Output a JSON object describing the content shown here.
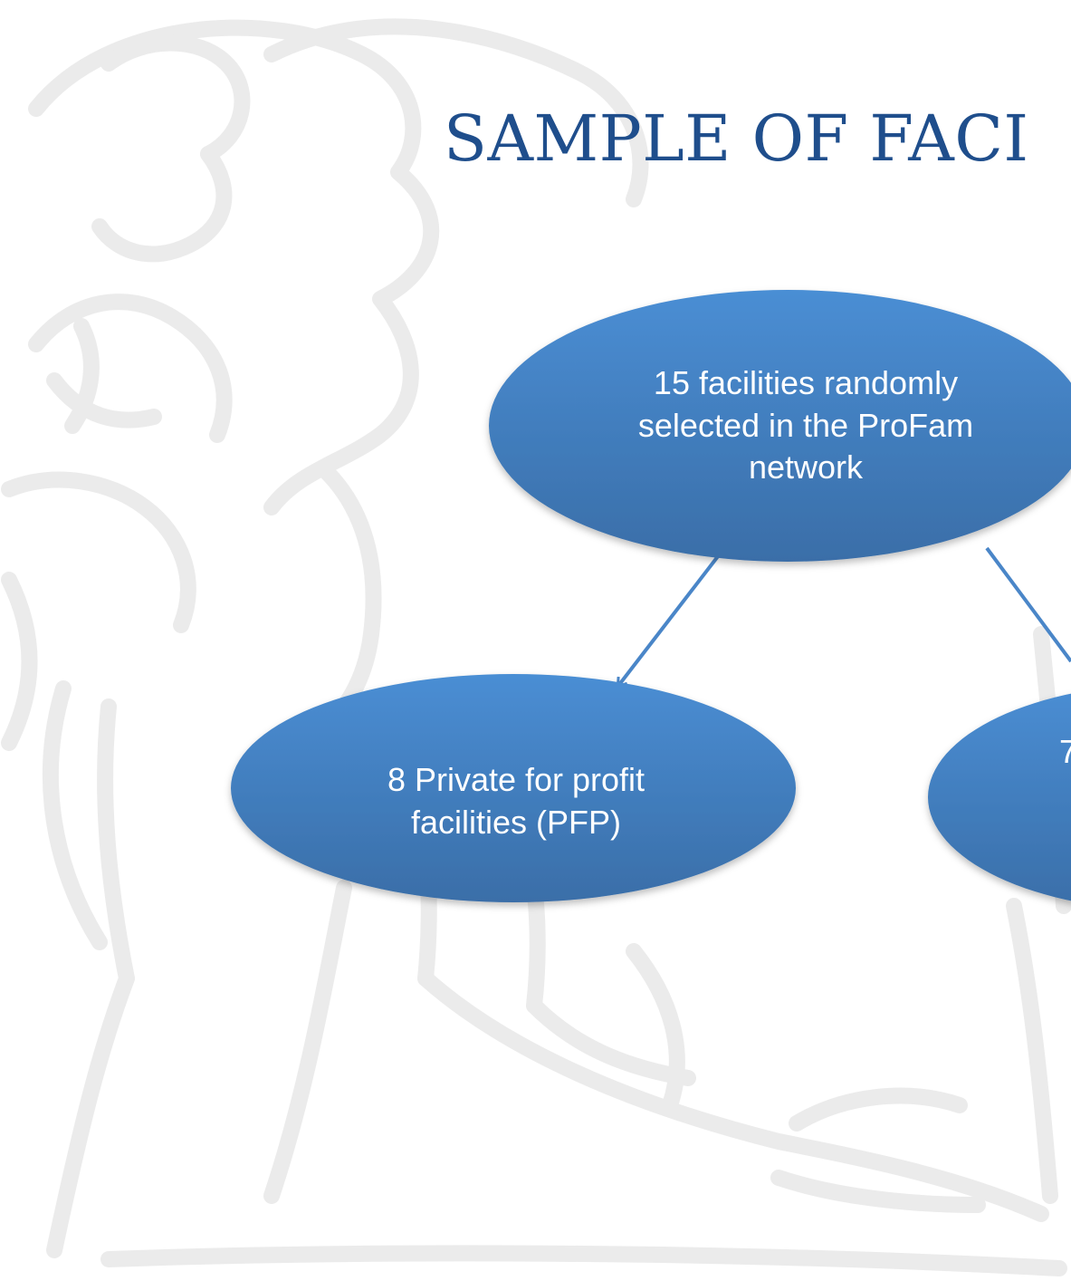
{
  "slide": {
    "title": "SAMPLE OF FACI",
    "colors": {
      "title": "#1f4e8c",
      "node_top": "#4a8ed4",
      "node_bottom": "#3a6ea8",
      "arrow": "#4a86c8",
      "watermark": "#ebebeb"
    }
  },
  "diagram": {
    "root": {
      "lines": [
        "15 facilities randomly",
        "selected in the ProFam",
        "network"
      ]
    },
    "children": [
      {
        "lines": [
          "8 Private for profit",
          "facilities (PFP)"
        ]
      },
      {
        "lines": [
          "7"
        ]
      }
    ]
  }
}
